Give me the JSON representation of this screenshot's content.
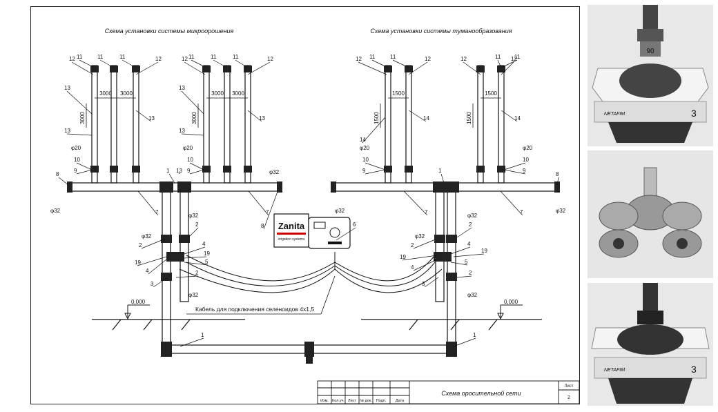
{
  "titles": {
    "left": "Схема установки системы микроорошения",
    "right": "Схема установки системы туманообразования"
  },
  "controller": {
    "brand": "Zanita",
    "sub": "irrigation systems"
  },
  "cable_label": "Кабель для подключения селеноидов 4х1,5",
  "level": "0,000",
  "dims": {
    "d3000": "3000",
    "d1500": "1500"
  },
  "pipes": {
    "phi32": "φ32",
    "phi20": "φ20"
  },
  "callouts": [
    "1",
    "2",
    "3",
    "4",
    "5",
    "6",
    "7",
    "8",
    "9",
    "10",
    "11",
    "12",
    "13",
    "14",
    "19"
  ],
  "title_block": {
    "headers": [
      "Изм.",
      "Кол.уч.",
      "Лист",
      "№ док.",
      "Подп.",
      "Дата"
    ],
    "title": "Схема оросительной сети",
    "sheet_label": "Лист",
    "sheet_number": "2"
  },
  "photos": [
    {
      "icon": "fogger-nozzle-photo",
      "logo": "NETAFIM",
      "label1": "90",
      "label2": "3"
    },
    {
      "icon": "cross-connector-photo"
    },
    {
      "icon": "fogger-nozzle-photo",
      "logo": "NETAFIM",
      "label2": "3"
    }
  ]
}
